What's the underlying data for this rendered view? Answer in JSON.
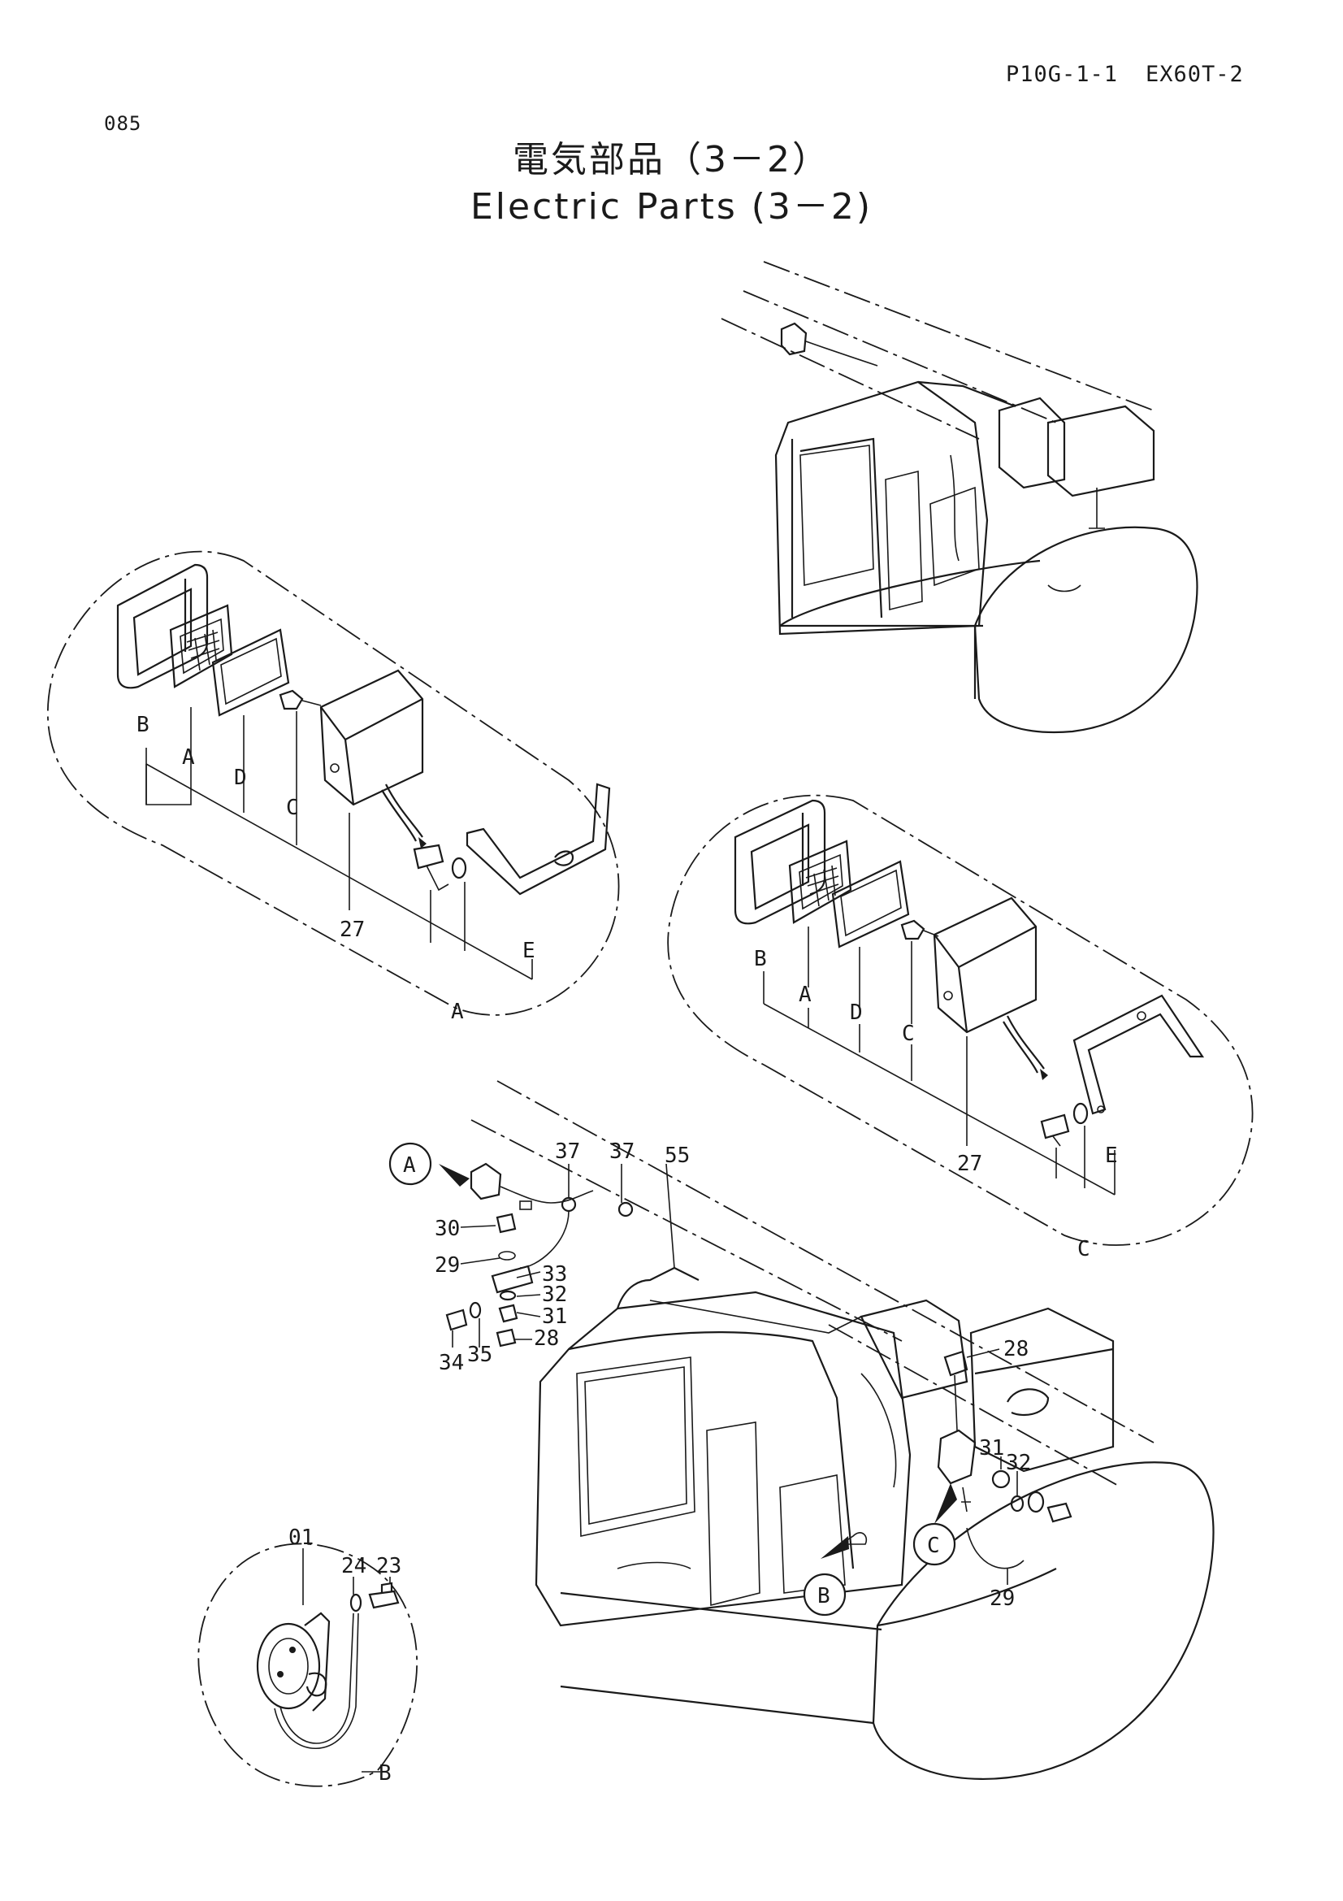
{
  "header": {
    "page_number": "085",
    "reference_code": "P10G-1-1",
    "model": "EX60T-2"
  },
  "title": {
    "japanese": "電気部品（3－2）",
    "english": "Electric Parts (3－2)"
  },
  "detail_a": {
    "letters": [
      "B",
      "A",
      "D",
      "C",
      "E"
    ],
    "part_number": "27",
    "callout": "A"
  },
  "detail_c": {
    "letters": [
      "B",
      "A",
      "D",
      "C",
      "E"
    ],
    "part_number": "27",
    "callout": "C"
  },
  "detail_b": {
    "part_numbers": [
      "01",
      "24",
      "23"
    ],
    "callout": "B"
  },
  "main_view": {
    "upper_labels": [
      "37",
      "37",
      "55"
    ],
    "left_bracket_labels": [
      "30",
      "29",
      "33",
      "32",
      "31",
      "34",
      "35",
      "28"
    ],
    "right_bracket_labels": [
      "28",
      "31",
      "32",
      "29"
    ],
    "circle_markers": [
      "A",
      "B",
      "C"
    ]
  }
}
